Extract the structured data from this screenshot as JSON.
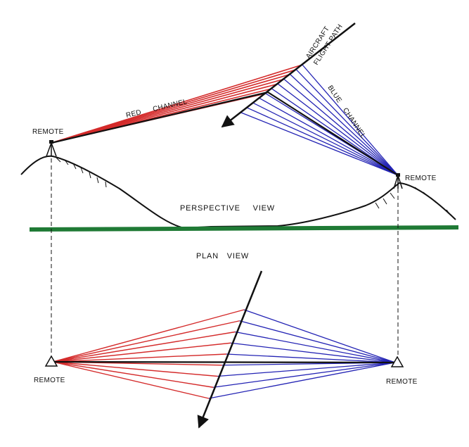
{
  "labels": {
    "remote_top_left": "REMOTE",
    "remote_top_right": "REMOTE",
    "remote_bottom_left": "REMOTE",
    "remote_bottom_right": "REMOTE",
    "aircraft": "AIRCRAFT",
    "flight_path": "FLIGHT PATH",
    "red_channel": "RED CHANNEL",
    "blue_channel": "BLUE CHANNEL",
    "perspective_view": "PERSPECTIVE VIEW",
    "plan_view": "PLAN VIEW"
  },
  "colors": {
    "red_channel": "#d42b2b",
    "blue_channel": "#2323b4",
    "ground_line": "#1f7a35",
    "ink": "#111111"
  }
}
